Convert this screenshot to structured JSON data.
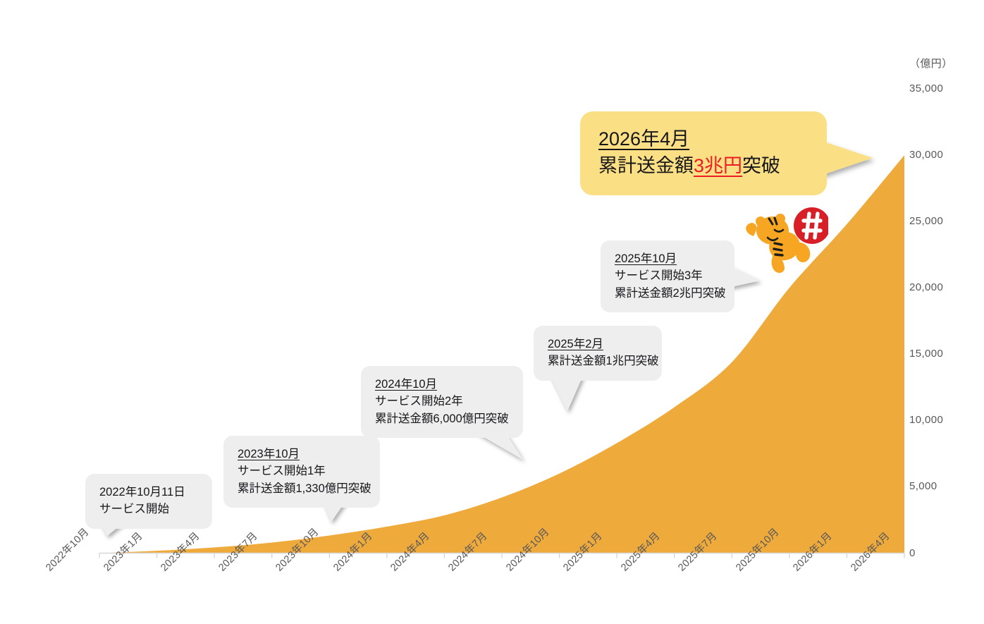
{
  "chart_data": {
    "type": "area",
    "title": "",
    "xlabel": "",
    "ylabel": "",
    "y_unit": "（億円）",
    "ylim": [
      0,
      35000
    ],
    "grid": false,
    "legend": "none",
    "y_ticks": [
      "0",
      "5,000",
      "10,000",
      "15,000",
      "20,000",
      "25,000",
      "30,000",
      "35,000"
    ],
    "y_tick_values": [
      0,
      5000,
      10000,
      15000,
      20000,
      25000,
      30000,
      35000
    ],
    "categories": [
      "2022年10月",
      "2023年1月",
      "2023年4月",
      "2023年7月",
      "2023年10月",
      "2024年1月",
      "2024年4月",
      "2024年7月",
      "2024年10月",
      "2025年1月",
      "2025年4月",
      "2025年7月",
      "2025年10月",
      "2026年1月",
      "2026年4月"
    ],
    "x_tick_labels": [
      "2022年10月",
      "2023年1月",
      "2023年4月",
      "2023年7月",
      "2023年10月",
      "2024年1月",
      "2024年4月",
      "2024年7月",
      "2024年10月",
      "2025年1月",
      "2025年4月",
      "2025年7月",
      "2025年10月",
      "2026年1月",
      "2026年4月"
    ],
    "series": [
      {
        "name": "累計送金額",
        "color": "#efaa3c",
        "values": [
          0,
          180,
          430,
          800,
          1330,
          2000,
          2850,
          4200,
          6000,
          8300,
          11000,
          14400,
          20000,
          24800,
          30000
        ]
      }
    ]
  },
  "axis": {
    "unit_label": "（億円）"
  },
  "callouts": [
    {
      "id": "start",
      "style": "gray",
      "lines": [
        "2022年10月11日",
        "サービス開始"
      ],
      "header_underlined": false
    },
    {
      "id": "year1",
      "style": "gray",
      "lines": [
        "2023年10月",
        "サービス開始1年",
        "累計送金額1,330億円突破"
      ],
      "header_underlined": true
    },
    {
      "id": "year2",
      "style": "gray",
      "lines": [
        "2024年10月",
        "サービス開始2年",
        "累計送金額6,000億円突破"
      ],
      "header_underlined": true
    },
    {
      "id": "trillion1",
      "style": "gray",
      "lines": [
        "2025年2月",
        "累計送金額1兆円突破"
      ],
      "header_underlined": true
    },
    {
      "id": "year3",
      "style": "gray",
      "lines": [
        "2025年10月",
        "サービス開始3年",
        "累計送金額2兆円突破"
      ],
      "header_underlined": true
    },
    {
      "id": "trillion3",
      "style": "yellow",
      "lines": [
        "2026年4月",
        "累計送金額",
        "3兆円",
        "突破"
      ],
      "header_underlined": true,
      "accent_text": "3兆円",
      "accent_color": "#ec1c24"
    }
  ],
  "mascot": {
    "name": "tiger-mascot",
    "badge_glyph": "¥",
    "badge_color": "#d81e27",
    "body_color": "#f6a623"
  },
  "colors": {
    "area": "#efaa3c",
    "callout_gray": "#eeeeee",
    "callout_yellow": "#fbdf85",
    "accent_red": "#ec1c24",
    "axis_text": "#58585a",
    "axis_line": "#d6d6d6"
  }
}
